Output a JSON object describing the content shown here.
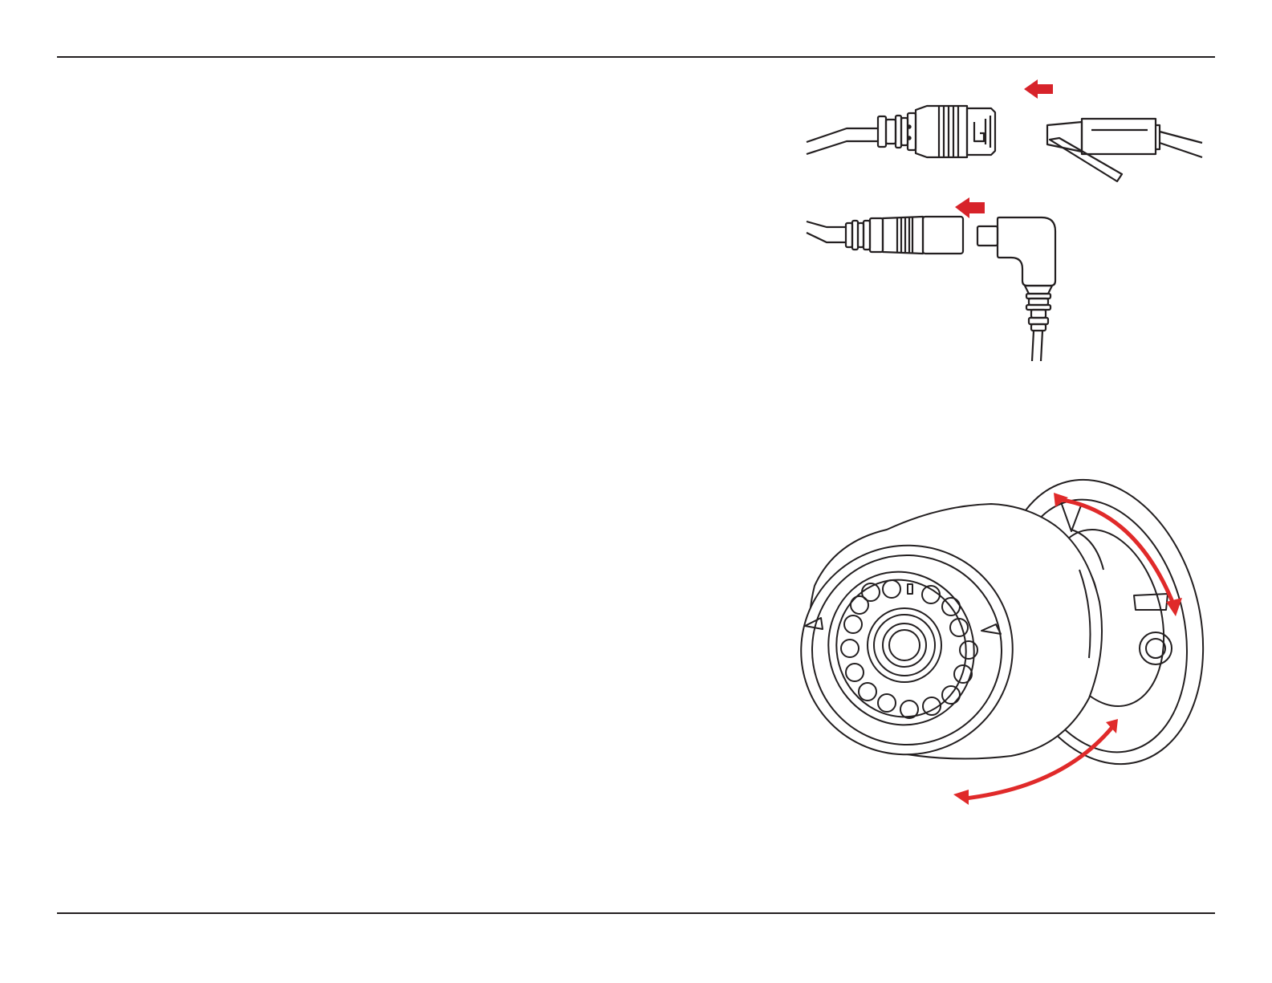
{
  "page": {
    "rule_color": "#231f20"
  },
  "illustrations": {
    "ethernet_connector": {
      "icon": "ethernet-connector-icon",
      "arrow_color": "#d7232a",
      "arrow_direction": "left"
    },
    "power_connector": {
      "icon": "dc-power-connector-icon",
      "arrow_color": "#d7232a",
      "arrow_direction": "left"
    },
    "camera": {
      "icon": "bullet-camera-icon",
      "adjust_arrow_color": "#e02a2a",
      "adjust_arrows": [
        "tilt",
        "pan"
      ]
    }
  }
}
